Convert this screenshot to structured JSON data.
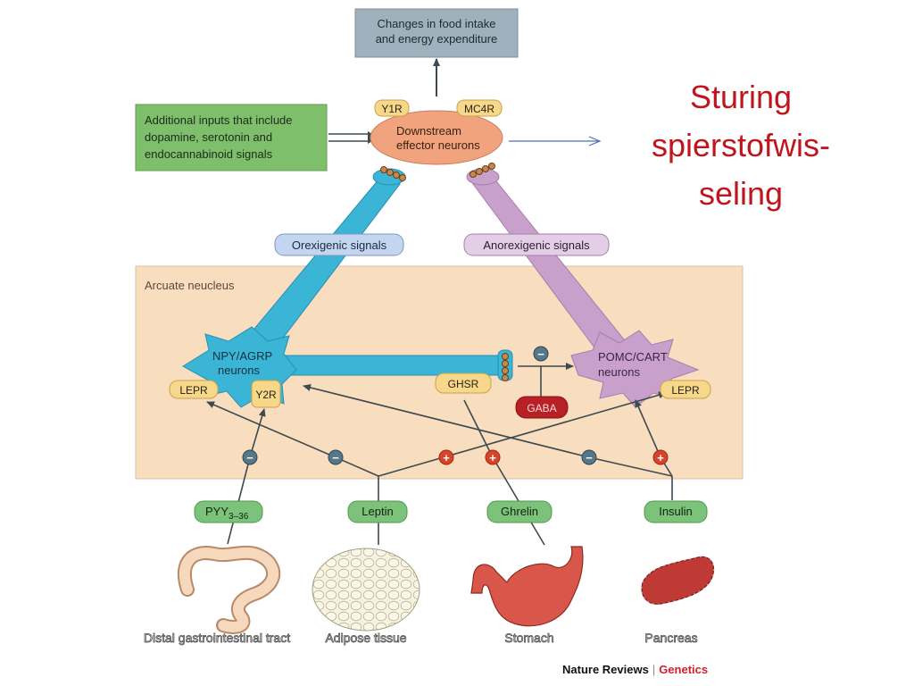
{
  "title": {
    "lines": [
      "Sturing",
      "spierstofwis-",
      "seling"
    ],
    "color": "#c0151c"
  },
  "output_box": {
    "line1": "Changes in food intake",
    "line2": "and energy expenditure"
  },
  "inputs_box": {
    "line1": "Additional inputs that include",
    "line2": "dopamine, serotonin and",
    "line3": "endocannabinoid signals"
  },
  "effector": {
    "line1": "Downstream",
    "line2": "effector neurons"
  },
  "receptors": {
    "y1r": "Y1R",
    "mc4r": "MC4R",
    "lepr_left": "LEPR",
    "y2r": "Y2R",
    "ghsr": "GHSR",
    "lepr_right": "LEPR"
  },
  "pathways": {
    "orexigenic": "Orexigenic signals",
    "anorexigenic": "Anorexigenic signals"
  },
  "region_label": "Arcuate neucleus",
  "npy": {
    "line1": "NPY/AGRP",
    "line2": "neurons"
  },
  "pomc": {
    "line1": "POMC/CART",
    "line2": "neurons"
  },
  "gaba": "GABA",
  "hormones": {
    "pyy": "PYY",
    "pyy_sub": "3–36",
    "leptin": "Leptin",
    "ghrelin": "Ghrelin",
    "insulin": "Insulin"
  },
  "signs": {
    "minus": "−",
    "plus": "+"
  },
  "organs": {
    "gi": "Distal gastrointestinal tract",
    "adipose": "Adipose tissue",
    "stomach": "Stomach",
    "pancreas": "Pancreas"
  },
  "credit": {
    "publisher": "Nature Reviews",
    "separator": "|",
    "journal": "Genetics"
  },
  "colors": {
    "orexigenic": "#3bb5d6",
    "anorexigenic": "#c9a0cc",
    "arcuate": "#f9ddbf",
    "effector": "#f0a37c",
    "receptor": "#f7d88a",
    "hormone": "#7dc27a",
    "gaba": "#b72025",
    "minus": "#557788",
    "plus": "#d6452b",
    "inputs": "#7dbf6b",
    "output": "#9fb1bd"
  }
}
